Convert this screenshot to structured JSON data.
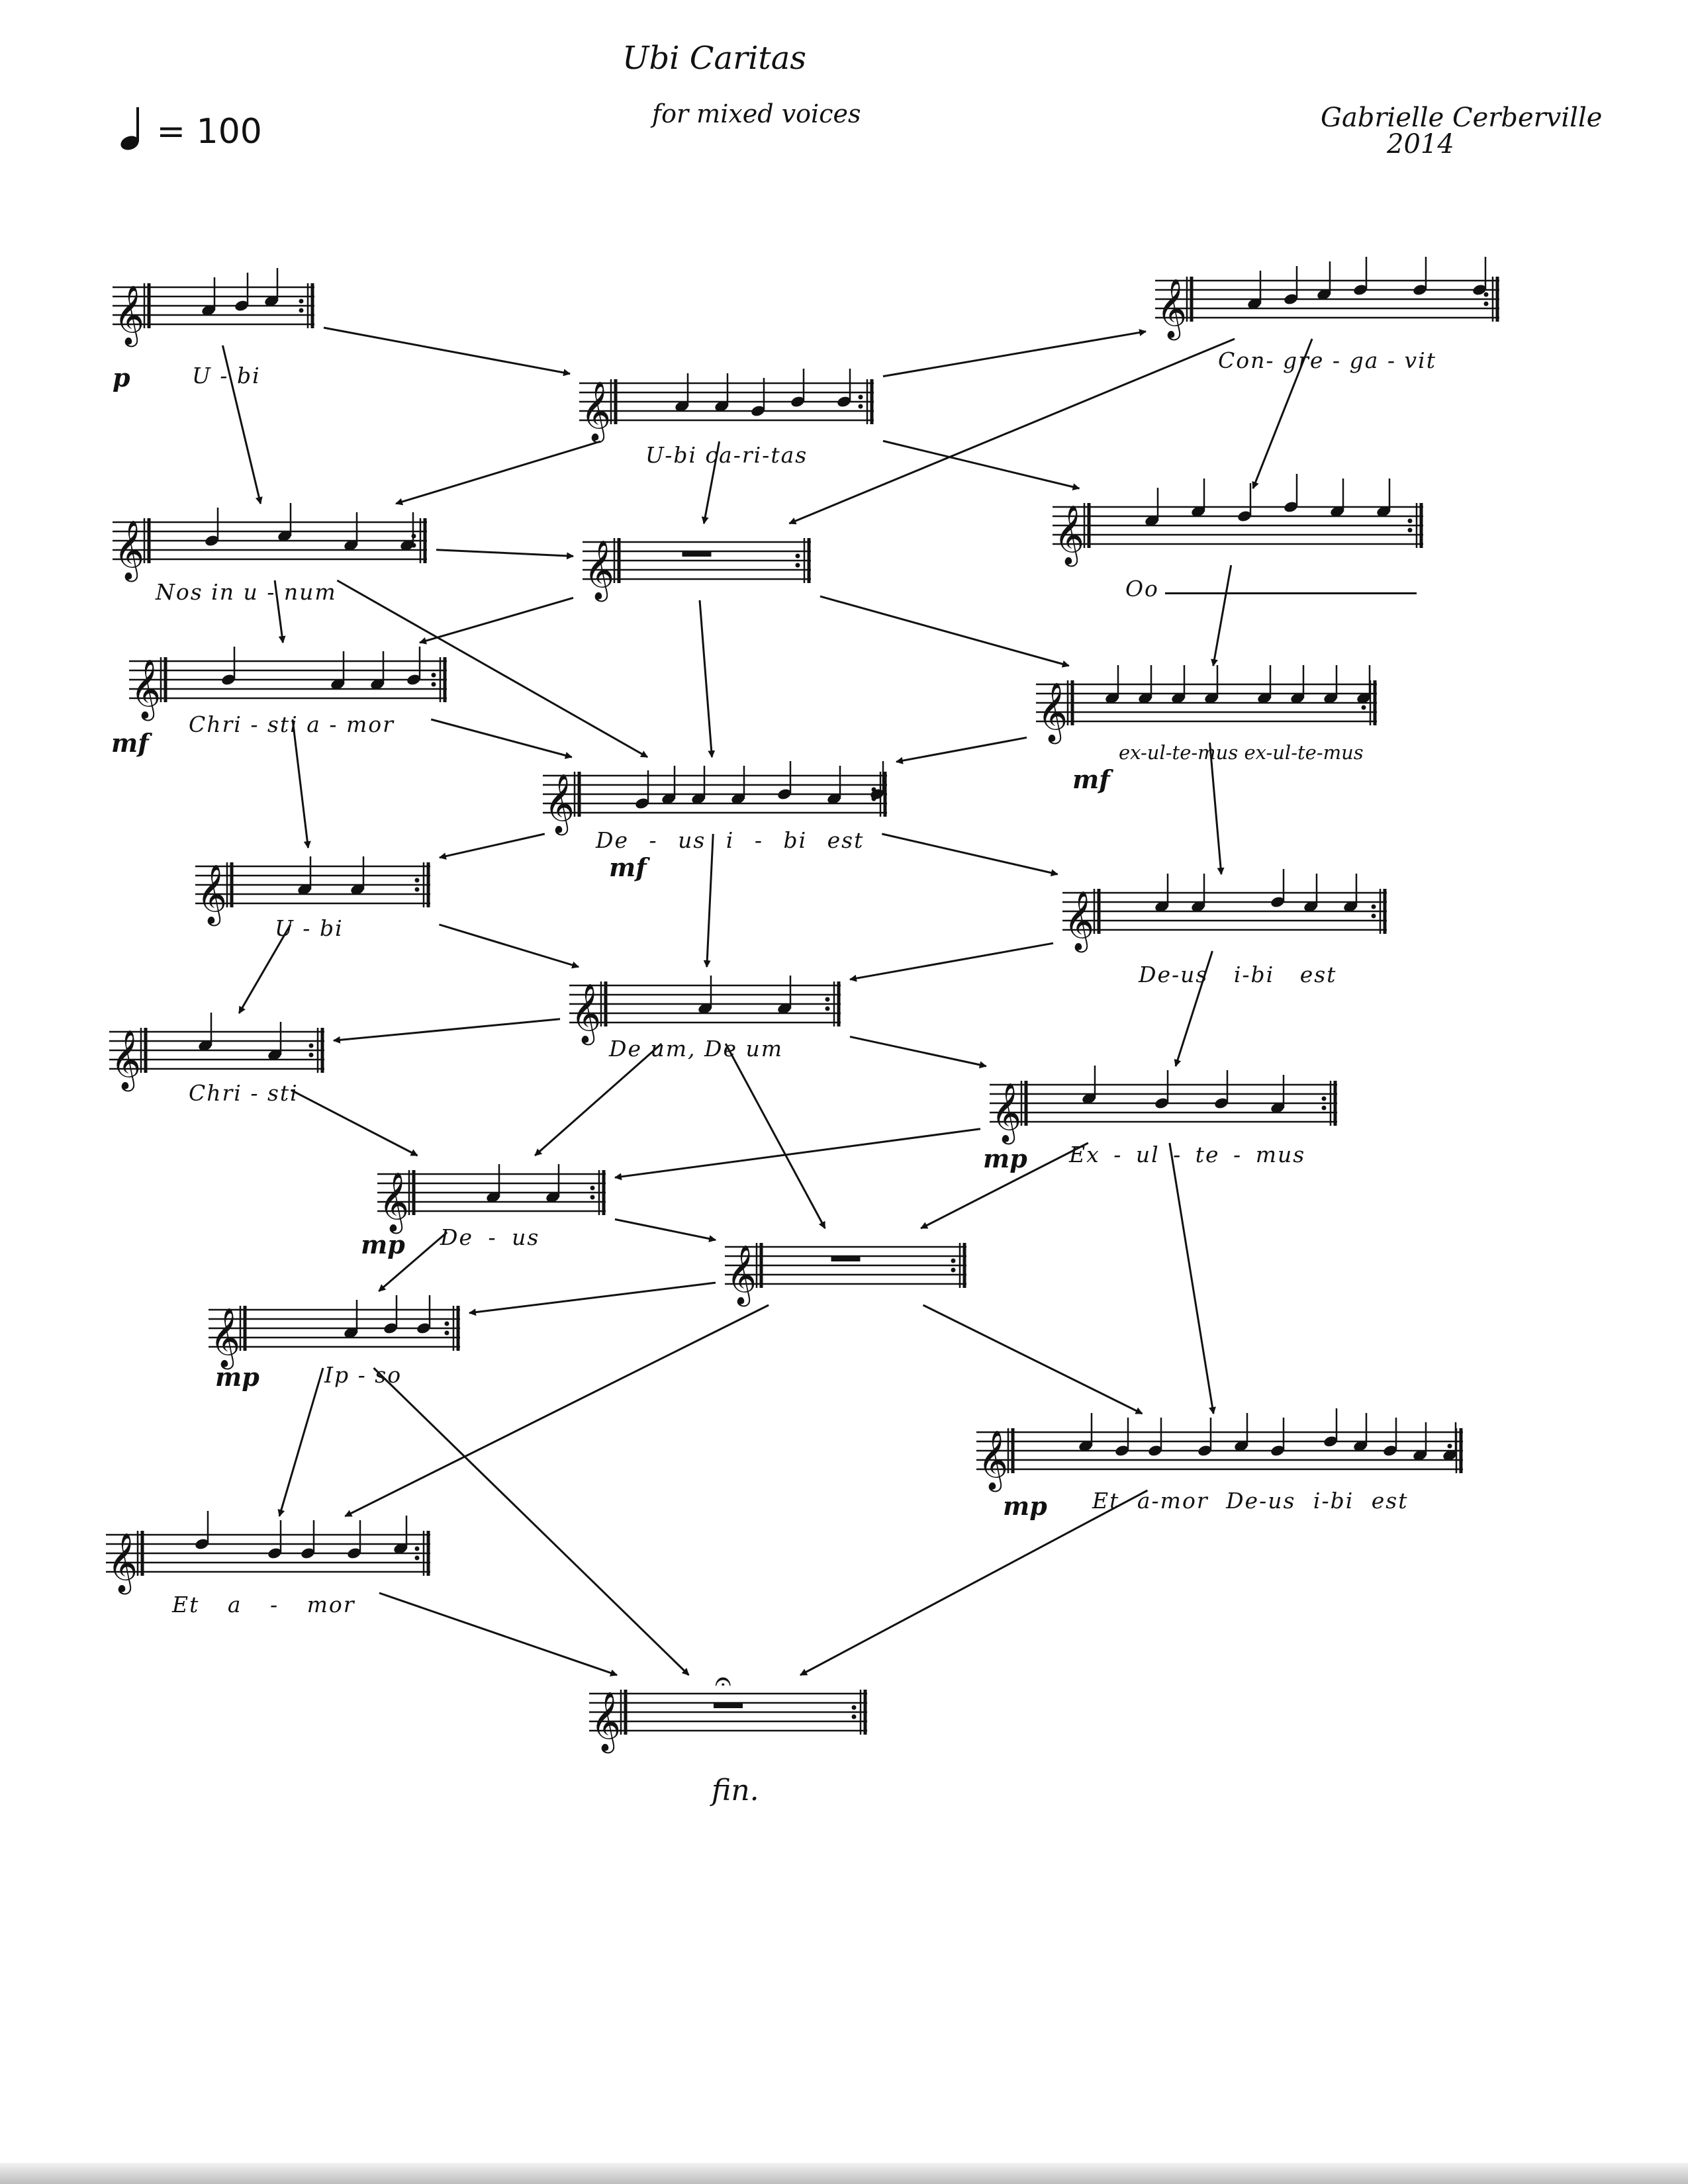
{
  "header": {
    "title": "Ubi Caritas",
    "subtitle": "for mixed voices",
    "tempo": "= 100",
    "composer": "Gabrielle Cerberville",
    "year": "2014"
  },
  "fragments": [
    {
      "id": "f1",
      "lyrics": "U - bi",
      "dynamic": "p"
    },
    {
      "id": "f2",
      "lyrics": "U-bi ca-ri-tas",
      "dynamic": ""
    },
    {
      "id": "f3",
      "lyrics": "Con- gre - ga - vit",
      "dynamic": ""
    },
    {
      "id": "f4",
      "lyrics": "Nos in u - num",
      "dynamic": ""
    },
    {
      "id": "f5",
      "lyrics": "",
      "dynamic": ""
    },
    {
      "id": "f6",
      "lyrics": "Oo",
      "dynamic": ""
    },
    {
      "id": "f7",
      "lyrics": "Chri - sti a - mor",
      "dynamic": "mf"
    },
    {
      "id": "f8",
      "lyrics": "ex-ul-te-mus ex-ul-te-mus",
      "dynamic": "mf"
    },
    {
      "id": "f9",
      "lyrics": "De - us i - bi est",
      "dynamic": "mf"
    },
    {
      "id": "f10",
      "lyrics": "U - bi",
      "dynamic": ""
    },
    {
      "id": "f11",
      "lyrics": "De-us i-bi est",
      "dynamic": ""
    },
    {
      "id": "f12",
      "lyrics": "De um, De um",
      "dynamic": ""
    },
    {
      "id": "f13",
      "lyrics": "Chri - sti",
      "dynamic": ""
    },
    {
      "id": "f14",
      "lyrics": "Ex - ul - te - mus",
      "dynamic": "mp"
    },
    {
      "id": "f15",
      "lyrics": "De - us",
      "dynamic": "mp"
    },
    {
      "id": "f16",
      "lyrics": "",
      "dynamic": ""
    },
    {
      "id": "f17",
      "lyrics": "Ip - so",
      "dynamic": "mp"
    },
    {
      "id": "f18",
      "lyrics": "Et a-mor De-us i-bi est",
      "dynamic": "mp"
    },
    {
      "id": "f19",
      "lyrics": "Et a - mor",
      "dynamic": ""
    },
    {
      "id": "f20",
      "lyrics": "",
      "dynamic": ""
    }
  ],
  "ending": "fin.",
  "connections": [
    [
      "f1",
      "f2"
    ],
    [
      "f1",
      "f4"
    ],
    [
      "f2",
      "f3"
    ],
    [
      "f2",
      "f4"
    ],
    [
      "f2",
      "f5"
    ],
    [
      "f2",
      "f6"
    ],
    [
      "f3",
      "f5"
    ],
    [
      "f3",
      "f6"
    ],
    [
      "f4",
      "f5"
    ],
    [
      "f4",
      "f7"
    ],
    [
      "f4",
      "f9"
    ],
    [
      "f5",
      "f7"
    ],
    [
      "f5",
      "f8"
    ],
    [
      "f5",
      "f9"
    ],
    [
      "f6",
      "f8"
    ],
    [
      "f7",
      "f9"
    ],
    [
      "f7",
      "f10"
    ],
    [
      "f8",
      "f9"
    ],
    [
      "f8",
      "f11"
    ],
    [
      "f9",
      "f10"
    ],
    [
      "f9",
      "f11"
    ],
    [
      "f9",
      "f12"
    ],
    [
      "f10",
      "f12"
    ],
    [
      "f10",
      "f13"
    ],
    [
      "f11",
      "f12"
    ],
    [
      "f11",
      "f14"
    ],
    [
      "f12",
      "f13"
    ],
    [
      "f12",
      "f14"
    ],
    [
      "f12",
      "f15"
    ],
    [
      "f12",
      "f16"
    ],
    [
      "f13",
      "f15"
    ],
    [
      "f14",
      "f15"
    ],
    [
      "f14",
      "f16"
    ],
    [
      "f14",
      "f18"
    ],
    [
      "f15",
      "f16"
    ],
    [
      "f15",
      "f17"
    ],
    [
      "f16",
      "f17"
    ],
    [
      "f16",
      "f18"
    ],
    [
      "f17",
      "f19"
    ],
    [
      "f17",
      "f20"
    ],
    [
      "f16",
      "f19"
    ],
    [
      "f19",
      "f20"
    ],
    [
      "f18",
      "f20"
    ]
  ]
}
